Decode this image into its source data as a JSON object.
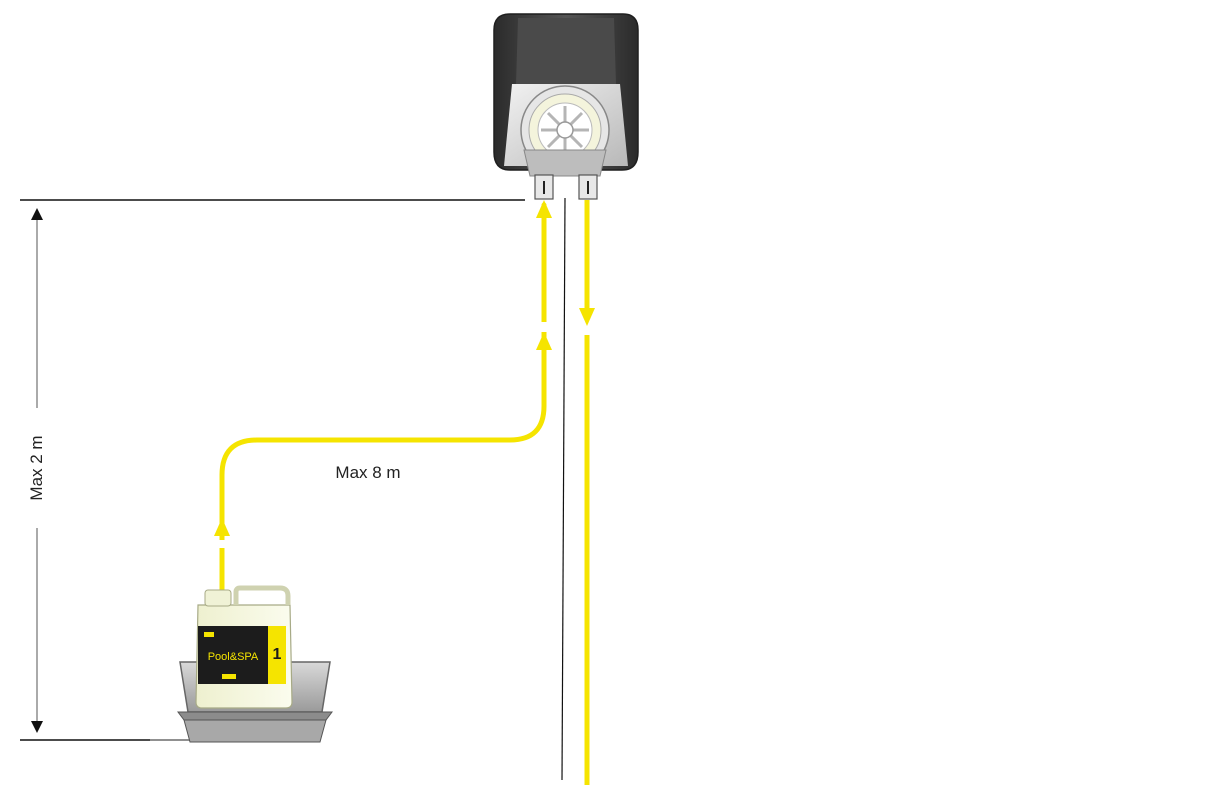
{
  "labels": {
    "height_limit": "Max 2 m",
    "length_limit": "Max 8 m"
  },
  "canister": {
    "brand_text": "Pool&SPA",
    "number": "1"
  },
  "colors": {
    "tube": "#f5e400",
    "pump_dark": "#3a3a3a",
    "pump_light": "#d6d6d6",
    "line": "#111111",
    "canister_label": "#1c1c1c",
    "canister_body": "#f7f8e4"
  },
  "icons": {
    "pump": "peristaltic-pump-icon",
    "canister": "chemical-canister-icon",
    "tray": "drip-tray-icon"
  }
}
